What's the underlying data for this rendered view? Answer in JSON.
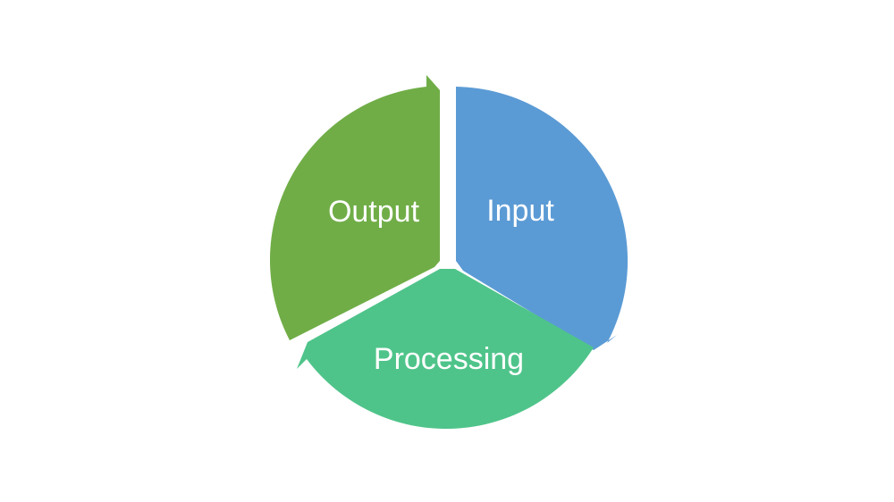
{
  "diagram": {
    "type": "cycle",
    "segments": [
      {
        "id": "input",
        "label": "Input",
        "color": "#5b9bd5"
      },
      {
        "id": "processing",
        "label": "Processing",
        "color": "#4fc48a"
      },
      {
        "id": "output",
        "label": "Output",
        "color": "#70ad47"
      }
    ]
  }
}
